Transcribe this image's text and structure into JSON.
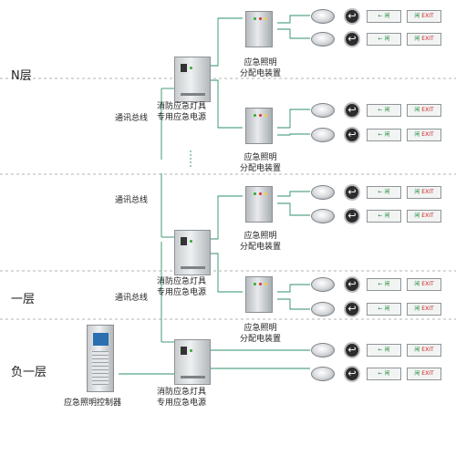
{
  "floors": {
    "n": "N层",
    "first": "一层",
    "basement": "负一层"
  },
  "labels": {
    "bus": "通讯总线",
    "power_line1": "消防应急灯具",
    "power_line2": "专用应急电源",
    "dist_line1": "应急照明",
    "dist_line2": "分配电装置",
    "controller": "应急照明控制器"
  },
  "icons": {
    "exit_sign_symbol": "↩",
    "direction_sign": "← 闲",
    "exit_sign_text_a": "闲",
    "exit_sign_text_b": "EXIT"
  },
  "colors": {
    "wire": "#2f8f6a",
    "dashed": "#9a9a9a",
    "sign_green": "#1e8a3a"
  }
}
